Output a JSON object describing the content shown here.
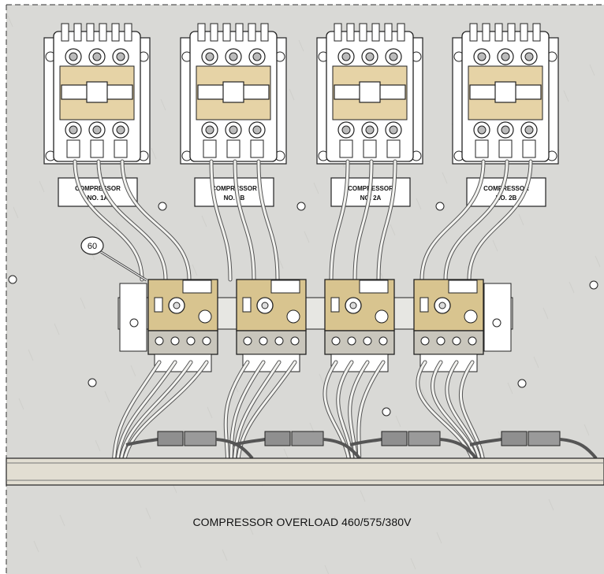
{
  "caption": "COMPRESSOR OVERLOAD 460/575/380V",
  "callout": "60",
  "contactors": [
    {
      "label_line1": "COMPRESSOR",
      "label_line2": "NO. 1A"
    },
    {
      "label_line1": "COMPRESSOR",
      "label_line2": "NO. 1B"
    },
    {
      "label_line1": "COMPRESSOR",
      "label_line2": "NO. 2A"
    },
    {
      "label_line1": "COMPRESSOR",
      "label_line2": "NO. 2B"
    }
  ],
  "overload_relay_count": 4,
  "colors": {
    "panel": "#d9d9d6",
    "contactor_body": "#ffffff",
    "contactor_band": "#e6d3a6",
    "relay_top": "#d8c48f",
    "relay_bottom": "#c9c6bc",
    "duct": "#e2ded2"
  }
}
